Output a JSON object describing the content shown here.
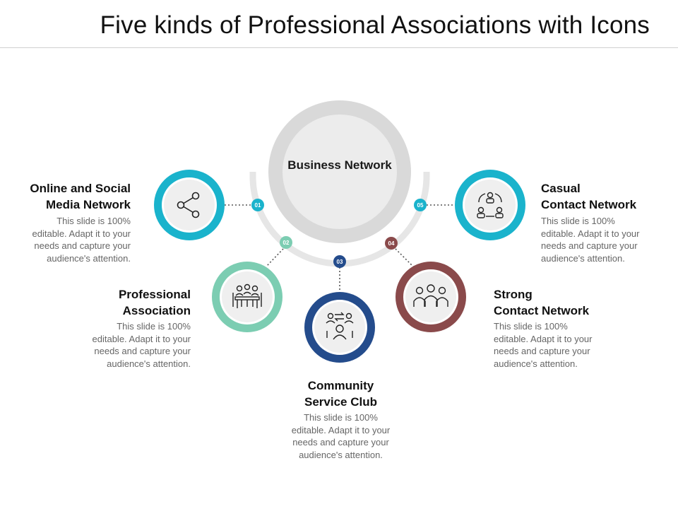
{
  "title": "Five kinds of Professional Associations with Icons",
  "center": {
    "label": "Business Network"
  },
  "colors": {
    "online": "#1ab3cc",
    "professional": "#7ccdb2",
    "community": "#244c8c",
    "strong": "#8a4a4b",
    "casual": "#1ab3cc",
    "gray_ring": "#dcdcdc",
    "inner_fill": "#efefef"
  },
  "nodes": [
    {
      "badge": "01",
      "title": "Online and Social\nMedia Network",
      "description": "This slide is 100%\neditable. Adapt it to your\nneeds and capture your\naudience's attention.",
      "icon": "share-icon"
    },
    {
      "badge": "02",
      "title": "Professional\nAssociation",
      "description": "This slide is 100%\neditable. Adapt it to your\nneeds and capture your\naudience's attention.",
      "icon": "meeting-table-icon"
    },
    {
      "badge": "03",
      "title": "Community\nService Club",
      "description": "This slide is 100%\neditable. Adapt it to your\nneeds and capture your\naudience's attention.",
      "icon": "people-exchange-icon"
    },
    {
      "badge": "04",
      "title": "Strong\nContact Network",
      "description": "This slide is 100%\neditable. Adapt it to your\nneeds and capture your\naudience's attention.",
      "icon": "team-group-icon"
    },
    {
      "badge": "05",
      "title": "Casual\nContact Network",
      "description": "This slide is 100%\neditable. Adapt it to your\nneeds and capture your\naudience's attention.",
      "icon": "people-cycle-icon"
    }
  ]
}
